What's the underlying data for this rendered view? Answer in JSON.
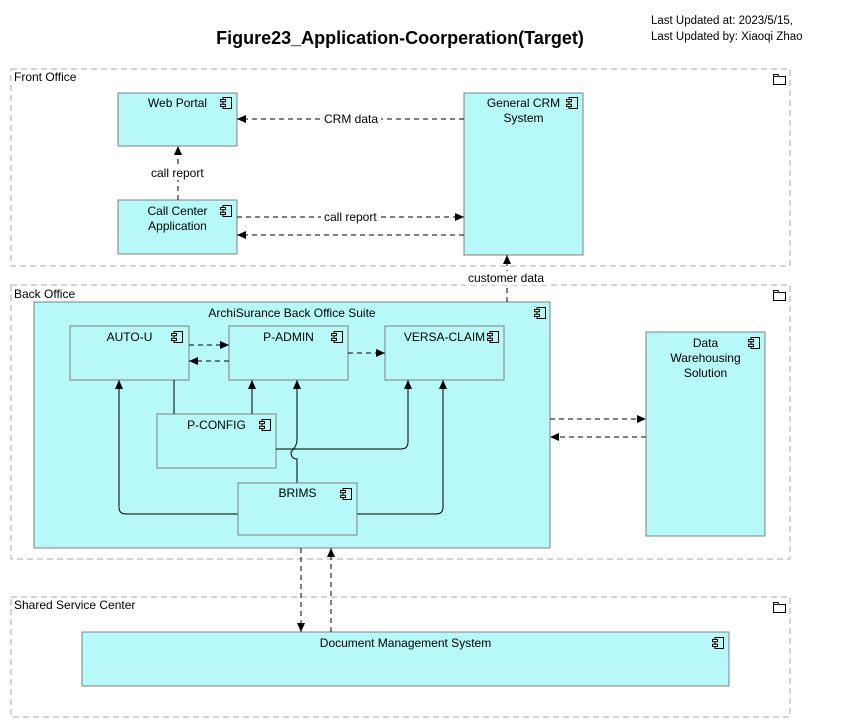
{
  "header": {
    "title": "Figure23_Application-Coorperation(Target)",
    "updated_at": "Last Updated at: 2023/5/15,",
    "updated_by": "Last Updated by: Xiaoqi Zhao"
  },
  "groups": {
    "front_office": "Front Office",
    "back_office": "Back Office",
    "shared_service_center": "Shared Service Center"
  },
  "components": {
    "web_portal": "Web Portal",
    "general_crm": "General CRM\nSystem",
    "call_center": "Call Center\nApplication",
    "back_office_suite": "ArchiSurance Back Office Suite",
    "auto_u": "AUTO-U",
    "p_admin": "P-ADMIN",
    "versa_claim": "VERSA-CLAIM",
    "p_config": "P-CONFIG",
    "brims": "BRIMS",
    "data_warehousing": "Data\nWarehousing\nSolution",
    "document_management": "Document Management System"
  },
  "connections": {
    "crm_data": "CRM data",
    "call_report_up": "call report",
    "call_report_crm": "call report",
    "customer_data": "customer data"
  },
  "colors": {
    "component_fill": "#b7f9f9",
    "border": "#808080",
    "group_border": "#a8a8a8",
    "line": "#000000"
  },
  "icons": {
    "component": "component-icon",
    "group": "folder-icon"
  }
}
